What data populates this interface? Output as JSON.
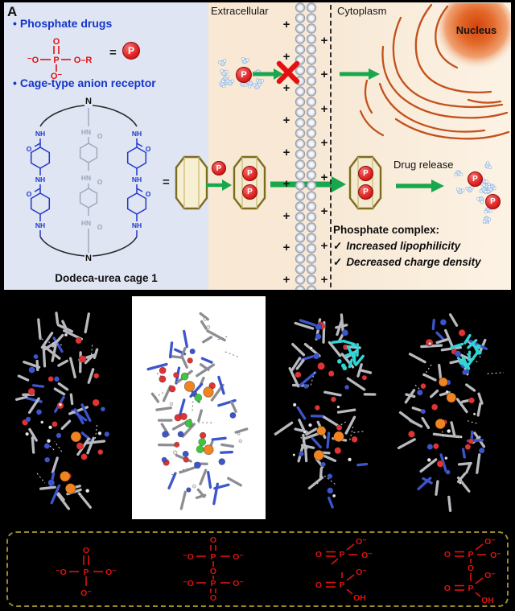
{
  "panel_a": {
    "label": "A",
    "bullet": "•",
    "bullet_phosphate": "Phosphate drugs",
    "bullet_cage": "Cage-type anion receptor",
    "cage_caption": "Dodeca-urea cage",
    "cage_number": "1",
    "extracellular": "Extracellular",
    "cytoplasm": "Cytoplasm",
    "nucleus": "Nucleus",
    "drug_release": "Drug release",
    "complex_title": "Phosphate complex:",
    "check": "✓",
    "complex_point1": "Increased lipophilicity",
    "complex_point2": "Decreased charge density",
    "plus": "+"
  },
  "chem": {
    "P": "P",
    "N": "N",
    "NH": "NH",
    "HN": "HN",
    "O": "O",
    "O_minus": "O⁻",
    "minus_O": "⁻O",
    "OH": "OH",
    "O_R": "O–R",
    "eq": "="
  },
  "bottom_structures": {
    "s1": {
      "p": "P",
      "o_top": "O",
      "o_left": "⁻O",
      "o_right": "O⁻",
      "o_bottom": "O⁻"
    },
    "s2": {
      "o_top": "O",
      "p1": "P",
      "o_left1": "⁻O",
      "o_right1": "O⁻",
      "o_bridge": "O",
      "p2": "P",
      "o_left2": "⁻O",
      "o_right2": "O⁻",
      "o_bottom": "O"
    },
    "s3": {
      "p_top": "P",
      "o_dbl_top": "O",
      "o_minus_a": "O⁻",
      "o_minus_b": "O⁻",
      "p_bot": "P",
      "o_dbl_bot": "O",
      "o_minus_c": "O⁻",
      "oh": "OH"
    },
    "s4": {
      "p_top": "P",
      "o_dbl_top": "O",
      "o_minus_a": "O⁻",
      "o_minus_b": "O⁻",
      "o_bridge": "O",
      "p_bot": "P",
      "o_dbl_bot": "O",
      "o_minus_c": "O⁻",
      "oh": "OH"
    }
  },
  "colors": {
    "accent_blue": "#1535cb",
    "drug_red": "#e01212",
    "arrow_green": "#18a74c",
    "cage_outline": "#7d6b1e",
    "nucleus_orange": "#d4430c",
    "er_line": "#c2511c",
    "membrane_bead": "#8b92a2",
    "stick_grey": "#b9babf",
    "stick_grey_light_bg": "#8d8e94",
    "nitrogen_blue": "#3d55cc",
    "oxygen_red": "#e03434",
    "phosphorus_orange": "#f08322",
    "chloride_green": "#3ec43e",
    "ligand_cyan": "#2fd6d6",
    "hydrogen_white": "#e8e8e8",
    "water_blue": "#cfe0f2"
  }
}
